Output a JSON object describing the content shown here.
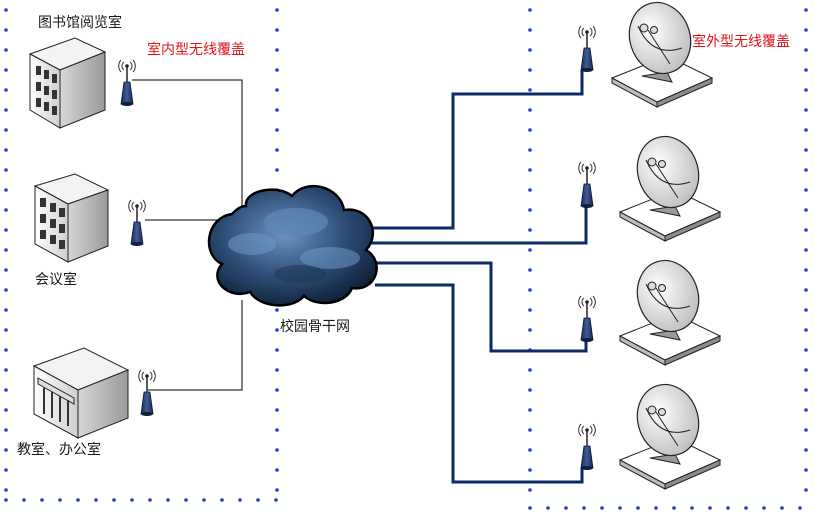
{
  "labels": {
    "library": "图书馆阅览室",
    "meeting": "会议室",
    "classroom": "教室、办公室",
    "backbone": "校园骨干网",
    "indoor_coverage": "室内型无线覆盖",
    "outdoor_coverage": "室外型无线覆盖"
  },
  "colors": {
    "border_dots": "#1e3fc8",
    "indoor_link": "#000000",
    "outdoor_link": "#0b2a66",
    "antenna": "#243a6b",
    "cloud": "#2e4f78",
    "label_red": "#e0141e"
  },
  "icons": {
    "building": "building-icon",
    "antenna": "wireless-antenna-icon",
    "dish": "satellite-dish-icon",
    "cloud": "network-cloud-icon"
  }
}
